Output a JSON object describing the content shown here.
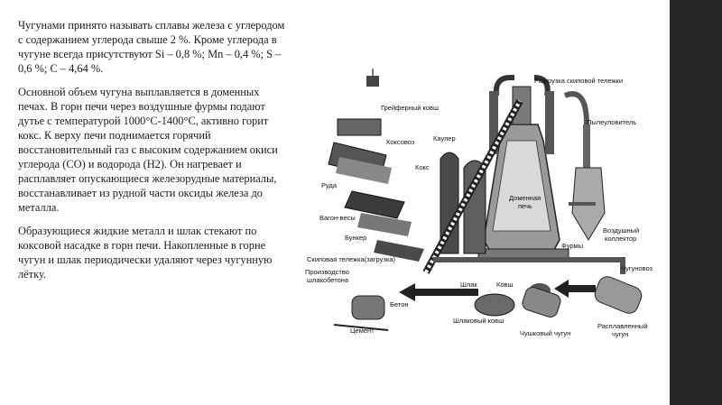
{
  "paragraphs": [
    "Чугунами принято называть сплавы железа с углеродом с содержанием углерода свыше 2 %. Кроме углерода в чугуне всегда присутствуют Si – 0,8 %; Mn – 0,4 %; S – 0,6 %; C – 4,64 %.",
    "Основной объем чугуна выплавляется в доменных печах. В горн печи через воздушные фурмы подают дутье с температурой 1000°С-1400°С, активно горит кокс. К верху печи поднимается горячий восстановительный газ с высоким содержанием окиси углерода (CO) и водорода (H2). Он нагревает и расплавляет опускающиеся железорудные материалы, восстанавливает из рудной части оксиды железа до металла.",
    "Образующиеся жидкие металл и шлак стекают по коксовой насадке в горн печи. Накопленные в горне чугун и шлак периодически удаляют через чугунную лётку."
  ],
  "diagram": {
    "labels": {
      "skip_unload": "Разгрузка скиповой тележки",
      "grab_bucket": "Грейферный ковш",
      "dust_catcher": "Пылеуловитель",
      "coke_car": "Коксовоз",
      "cowper": "Каупер",
      "coke": "Кокс",
      "ore": "Руда",
      "blast_furnace_1": "Доменная",
      "blast_furnace_2": "печь",
      "wagon_scales": "Вагон-весы",
      "air_collector_1": "Воздушный",
      "air_collector_2": "коллектор",
      "bunker": "Бункер",
      "tuyeres": "Фурмы",
      "skip_car": "Скиповая тележка(загрузка)",
      "slag_concrete_1": "Производство",
      "slag_concrete_2": "шлакобетона",
      "slag": "Шлак",
      "ladle": "Ковш",
      "iron_car": "Чугуновоз",
      "concrete": "Бетон",
      "slag_ladle": "Шлаковый ковш",
      "cement": "Цемент",
      "pig_iron": "Чушковый чугун",
      "molten_iron_1": "Расплавленный",
      "molten_iron_2": "чугун"
    }
  }
}
